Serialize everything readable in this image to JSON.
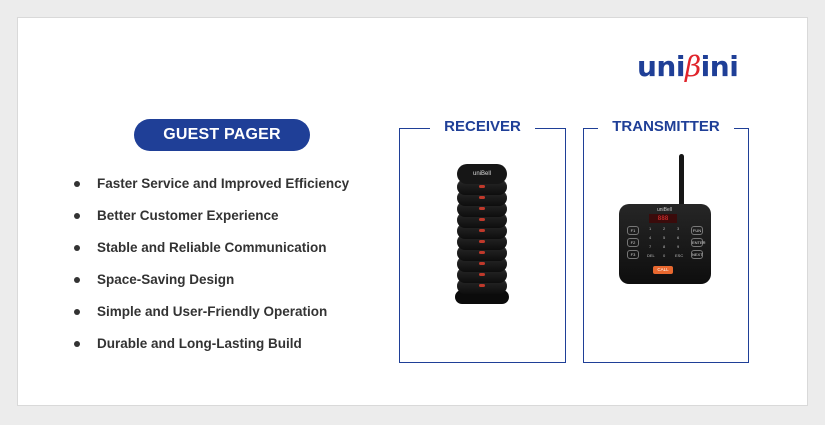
{
  "brand": {
    "logo_left": "uni",
    "logo_mid": "β",
    "logo_right": "ini"
  },
  "product_label": "GUEST PAGER",
  "features": [
    "Faster Service and Improved Efficiency",
    "Better Customer Experience",
    "Stable and Reliable Communication",
    "Space-Saving Design",
    "Simple and User-Friendly Operation",
    "Durable and Long-Lasting Build"
  ],
  "panels": {
    "receiver": {
      "title": "RECEIVER",
      "device_label": "uniBell"
    },
    "transmitter": {
      "title": "TRANSMITTER",
      "device_label": "uniBell",
      "display": "888",
      "keys": {
        "f1": "F1",
        "f2": "F2",
        "f3": "F3",
        "fun": "FUN",
        "enter": "ENTER",
        "next": "NEXT",
        "call": "CALL"
      },
      "numbers": [
        "1",
        "2",
        "3",
        "4",
        "5",
        "6",
        "7",
        "8",
        "9",
        "DEL",
        "0",
        "ESC"
      ]
    }
  },
  "colors": {
    "brand_blue": "#1f3f97",
    "brand_red": "#e0242b"
  }
}
